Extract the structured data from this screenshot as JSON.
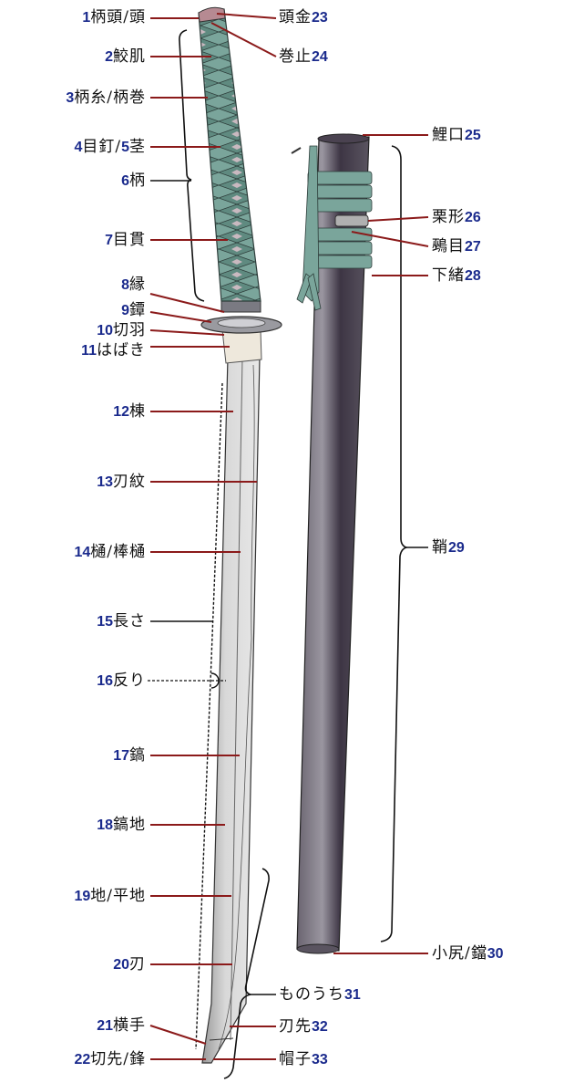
{
  "diagram": {
    "subject": "Japanese sword (katana) and scabbard parts",
    "colors": {
      "leader_line": "#8b1a1a",
      "number": "#1a2a8c",
      "text": "#111111",
      "tsuka_ito": "#6f9a90",
      "saya": "#3a3340",
      "blade": "#c8c8c8"
    },
    "left_labels": [
      {
        "num": "1",
        "text": "柄頭/頭"
      },
      {
        "num": "2",
        "text": "鮫肌"
      },
      {
        "num": "3",
        "text": "柄糸/柄巻"
      },
      {
        "num": "4",
        "text": "目釘/",
        "num2": "5",
        "text2": "茎"
      },
      {
        "num": "6",
        "text": "柄"
      },
      {
        "num": "7",
        "text": "目貫"
      },
      {
        "num": "8",
        "text": "縁"
      },
      {
        "num": "9",
        "text": "鐔"
      },
      {
        "num": "10",
        "text": "切羽"
      },
      {
        "num": "11",
        "text": "はばき"
      },
      {
        "num": "12",
        "text": "棟"
      },
      {
        "num": "13",
        "text": "刃紋"
      },
      {
        "num": "14",
        "text": "樋/棒樋"
      },
      {
        "num": "15",
        "text": "長さ"
      },
      {
        "num": "16",
        "text": "反り"
      },
      {
        "num": "17",
        "text": "鎬"
      },
      {
        "num": "18",
        "text": "鎬地"
      },
      {
        "num": "19",
        "text": "地/平地"
      },
      {
        "num": "20",
        "text": "刃"
      },
      {
        "num": "21",
        "text": "横手"
      },
      {
        "num": "22",
        "text": "切先/鋒"
      }
    ],
    "right_labels": [
      {
        "num": "23",
        "text": "頭金"
      },
      {
        "num": "24",
        "text": "巻止"
      },
      {
        "num": "25",
        "text": "鯉口"
      },
      {
        "num": "26",
        "text": "栗形"
      },
      {
        "num": "27",
        "text": "鵐目"
      },
      {
        "num": "28",
        "text": "下緒"
      },
      {
        "num": "29",
        "text": "鞘"
      },
      {
        "num": "30",
        "text": "小尻/鐺"
      },
      {
        "num": "31",
        "text": "ものうち"
      },
      {
        "num": "32",
        "text": "刃先"
      },
      {
        "num": "33",
        "text": "帽子"
      }
    ]
  }
}
